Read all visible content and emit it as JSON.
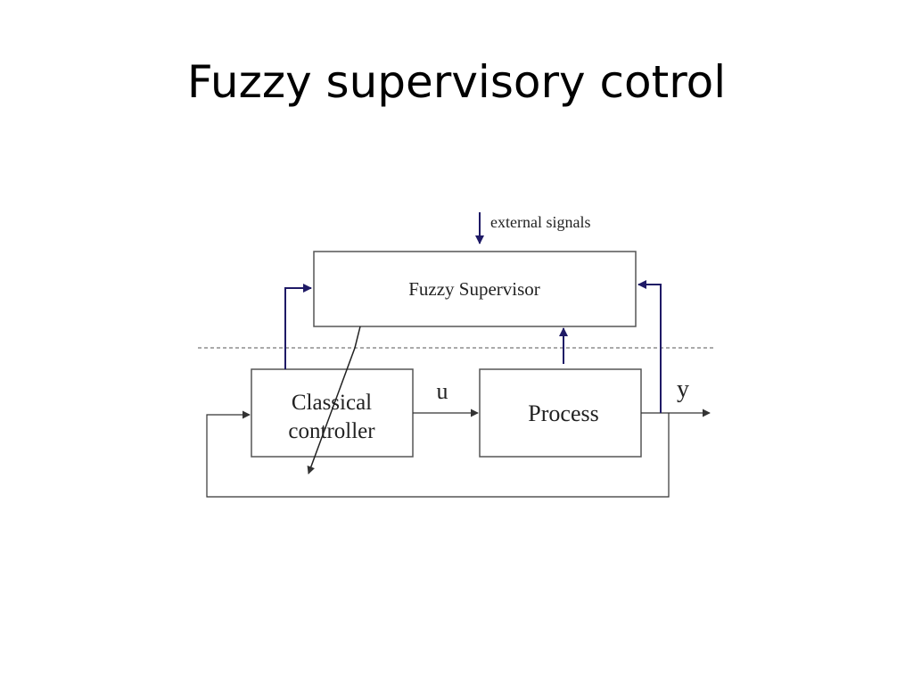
{
  "slide": {
    "title": "Fuzzy supervisory cotrol"
  },
  "diagram": {
    "external_signals_label": "external signals",
    "fuzzy_supervisor_label": "Fuzzy Supervisor",
    "classical_controller_line1": "Classical",
    "classical_controller_line2": "controller",
    "process_label": "Process",
    "u_label": "u",
    "y_label": "y",
    "colors": {
      "supervisor_arrows": "#1f1a66",
      "lines": "#333333"
    }
  }
}
